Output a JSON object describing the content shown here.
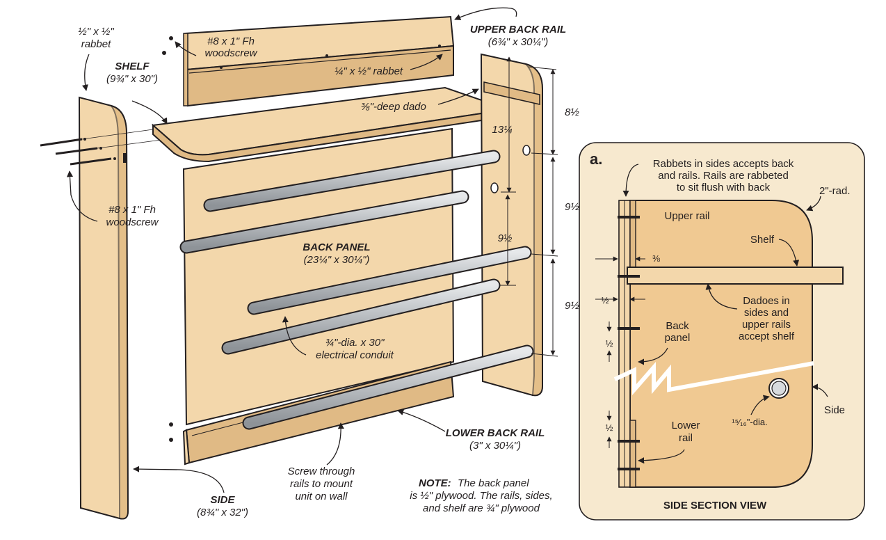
{
  "labels": {
    "rabbet_half": "½\" x ½\"",
    "rabbet_word": "rabbet",
    "shelf_title": "SHELF",
    "shelf_dims": "(9¾\" x 30\")",
    "woodscrew_top_1": "#8 x 1\" Fh",
    "woodscrew_top_2": "woodscrew",
    "rabbet_quarter": "¼\" x ½\" rabbet",
    "upper_back_rail": "UPPER BACK RAIL",
    "upper_back_rail_dims": "(6¾\" x 30¼\")",
    "dado": "⅜\"-deep dado",
    "woodscrew_left_1": "#8 x 1\" Fh",
    "woodscrew_left_2": "woodscrew",
    "back_panel": "BACK PANEL",
    "back_panel_dims": "(23¼\" x 30¼\")",
    "conduit_1": "¾\"-dia. x 30\"",
    "conduit_2": "electrical conduit",
    "lower_back_rail": "LOWER BACK RAIL",
    "lower_back_rail_dims": "(3\" x 30¼\")",
    "screw_through_1": "Screw through",
    "screw_through_2": "rails to mount",
    "screw_through_3": "unit on wall",
    "side": "SIDE",
    "side_dims": "(8¾\" x 32\")",
    "note_bold": "NOTE:",
    "note_1": "The back panel",
    "note_2": "is ½\" plywood. The rails, sides,",
    "note_3": "and shelf are ¾\" plywood"
  },
  "dimensions": {
    "d_13_1_4": "13¼",
    "d_8_1_2": "8½",
    "d_9_1_2_a": "9½",
    "d_9_1_2_b": "9½",
    "d_9_1_2_c": "9½"
  },
  "section": {
    "letter": "a.",
    "rabbets_1": "Rabbets in sides accepts back",
    "rabbets_2": "and rails. Rails are rabbeted",
    "rabbets_3": "to sit flush with back",
    "radius": "2\"-rad.",
    "upper_rail": "Upper rail",
    "shelf": "Shelf",
    "three_eighths": "⅜",
    "half_a": "½",
    "half_b": "½",
    "half_c": "½",
    "dadoes_1": "Dadoes in",
    "dadoes_2": "sides and",
    "dadoes_3": "upper rails",
    "dadoes_4": "accept shelf",
    "back_panel_1": "Back",
    "back_panel_2": "panel",
    "hole_dia": "¹⁵⁄₁₆\"-dia.",
    "side": "Side",
    "lower_rail_1": "Lower",
    "lower_rail_2": "rail",
    "title": "SIDE SECTION VIEW"
  },
  "colors": {
    "wood": "#f3d7ab",
    "wood_dark": "#e0ba85",
    "conduit": "#c4c8cc",
    "section_bg": "#f7e9cf",
    "ink": "#231f20"
  }
}
